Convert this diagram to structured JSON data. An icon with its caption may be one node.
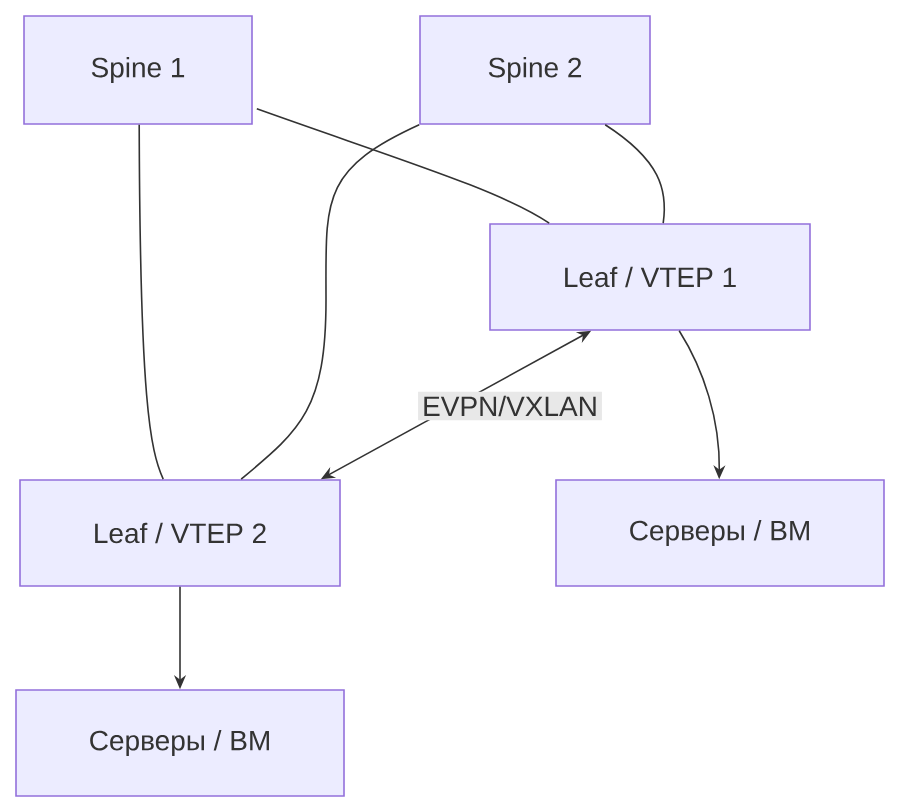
{
  "diagram": {
    "nodes": [
      {
        "text": [
          "Spine 1"
        ]
      },
      {
        "text": [
          "Spine 2"
        ]
      },
      {
        "text": [
          "Leaf / VTEP 1"
        ]
      },
      {
        "text": [
          "Leaf / VTEP 2"
        ]
      },
      {
        "text": [
          "Серверы / ВМ"
        ]
      },
      {
        "text": [
          "Серверы / ВМ"
        ]
      }
    ],
    "edges": [
      {
        "from": 0,
        "to": 2,
        "arrow": "none"
      },
      {
        "from": 0,
        "to": 3,
        "arrow": "none"
      },
      {
        "from": 1,
        "to": 2,
        "arrow": "none"
      },
      {
        "from": 1,
        "to": 3,
        "arrow": "none"
      },
      {
        "from": 2,
        "to": 4,
        "arrow": "to"
      },
      {
        "from": 3,
        "to": 5,
        "arrow": "to"
      },
      {
        "from": 2,
        "to": 3,
        "arrow": "both",
        "label": "EVPN/VXLAN"
      }
    ]
  }
}
